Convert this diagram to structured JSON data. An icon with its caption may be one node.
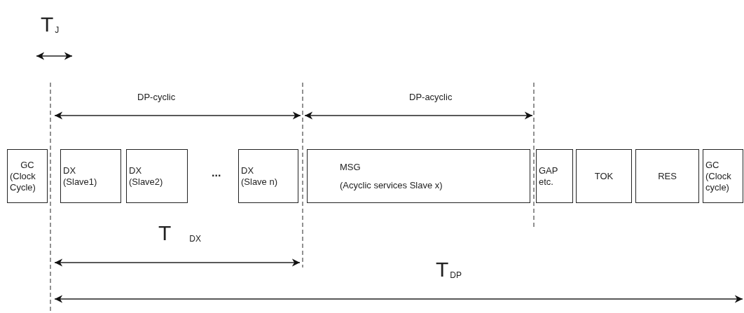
{
  "diagram": {
    "nodes": [
      {
        "text": [
          "GC",
          "(Clock Cycle)"
        ]
      },
      {
        "text": [
          "DX",
          "(Slave1)"
        ]
      },
      {
        "text": [
          "DX",
          "(Slave2)"
        ]
      },
      {
        "text": [
          "DX",
          "(Slave n)"
        ]
      },
      {
        "text": [
          "MSG",
          "(Acyclic services Slave x)"
        ]
      },
      {
        "text": [
          "GAP etc."
        ]
      },
      {
        "text": [
          "TOK"
        ]
      },
      {
        "text": [
          "RES"
        ]
      },
      {
        "text": [
          "GC",
          "(Clock cycle)"
        ]
      }
    ],
    "edges": [],
    "labels": [
      "T$_{J}$",
      "DP-cyclic",
      "DP-acyclic",
      "...",
      "T$_{DX}$",
      "T$_{DP}$"
    ]
  }
}
